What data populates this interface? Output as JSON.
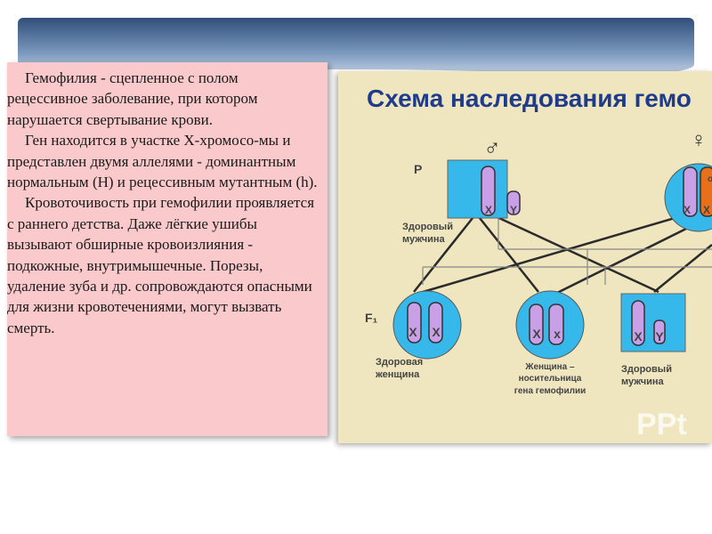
{
  "slide": {
    "paragraphs": [
      "Гемофилия - сцепленное с полом рецессивное заболевание, при котором нарушается свертывание крови.",
      "Ген находится в участке Х-хромосо-мы и представлен двумя аллелями - доминантным нормальным (Н) и рецессивным мутантным (h).",
      "Кровоточивость при гемофилии проявляется с раннего детства. Даже лёгкие ушибы вызывают обширные кровоизлияния - подкожные, внутримышечные. Порезы, удаление зуба и др. сопровождаются опасными для жизни кровотечениями, могут вызвать смерть."
    ]
  },
  "diagram": {
    "title": "Схема наследования гемо",
    "parent_label": "P",
    "f1_label": "F₁",
    "male_symbol": "♂",
    "female_symbol": "♀",
    "parents": [
      {
        "caption_lines": [
          "Здоровый",
          "мужчина"
        ],
        "chromosomes": [
          "X",
          "Y"
        ]
      },
      {
        "chromosomes": [
          "X",
          "X"
        ],
        "marker": "o"
      }
    ],
    "children": [
      {
        "caption_lines": [
          "Здоровая",
          "женщина"
        ],
        "chromosomes": [
          "X",
          "X"
        ]
      },
      {
        "caption_lines": [
          "Женщина –",
          "носительница",
          "гена  гемофилии"
        ],
        "chromosomes": [
          "X",
          "x"
        ]
      },
      {
        "caption_lines": [
          "Здоровый",
          "мужчина"
        ],
        "chromosomes": [
          "X",
          "Y"
        ]
      }
    ],
    "watermark": "PPt",
    "colors": {
      "background": "#efe6bf",
      "title": "#1f3c8c",
      "cell_fill": "#36b8ea",
      "chromosome_fill": "#c9a0e8",
      "marker_fill": "#e8701a",
      "line": "#2b2b2b"
    }
  }
}
